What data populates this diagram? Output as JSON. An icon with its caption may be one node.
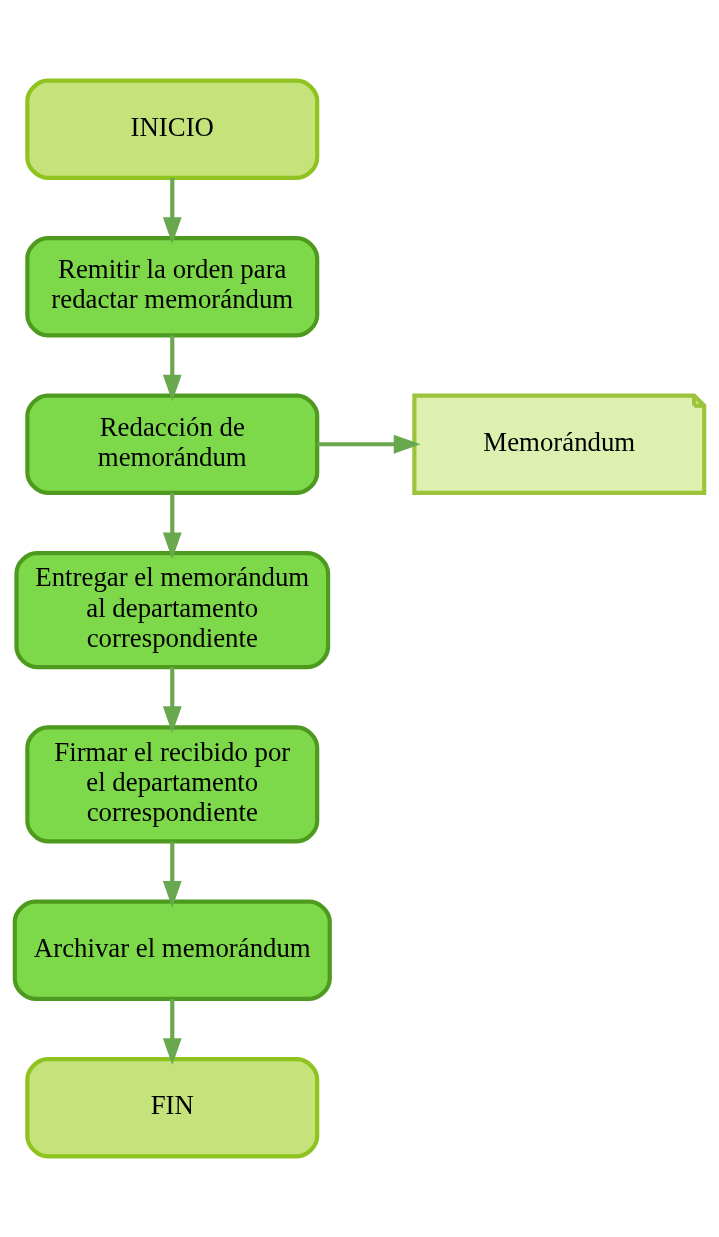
{
  "diagram": {
    "nodes": [
      {
        "text": [
          "INICIO"
        ]
      },
      {
        "text": [
          "Remitir la orden para redactar memorándum"
        ]
      },
      {
        "text": [
          "Redacción de memorándum"
        ]
      },
      {
        "text": [
          "Memorándum"
        ]
      },
      {
        "text": [
          "Entregar el memorándum al departamento correspondiente"
        ]
      },
      {
        "text": [
          "Firmar el recibido por el departamento correspondiente"
        ]
      },
      {
        "text": [
          "Archivar el memorándum"
        ]
      },
      {
        "text": [
          "FIN"
        ]
      }
    ],
    "edges": [
      {
        "from": 0,
        "to": 1,
        "arrow": "to"
      },
      {
        "from": 1,
        "to": 2,
        "arrow": "to"
      },
      {
        "from": 2,
        "to": 3,
        "arrow": "to"
      },
      {
        "from": 2,
        "to": 4,
        "arrow": "to"
      },
      {
        "from": 4,
        "to": 5,
        "arrow": "to"
      },
      {
        "from": 5,
        "to": 6,
        "arrow": "to"
      },
      {
        "from": 6,
        "to": 7,
        "arrow": "to"
      }
    ]
  }
}
